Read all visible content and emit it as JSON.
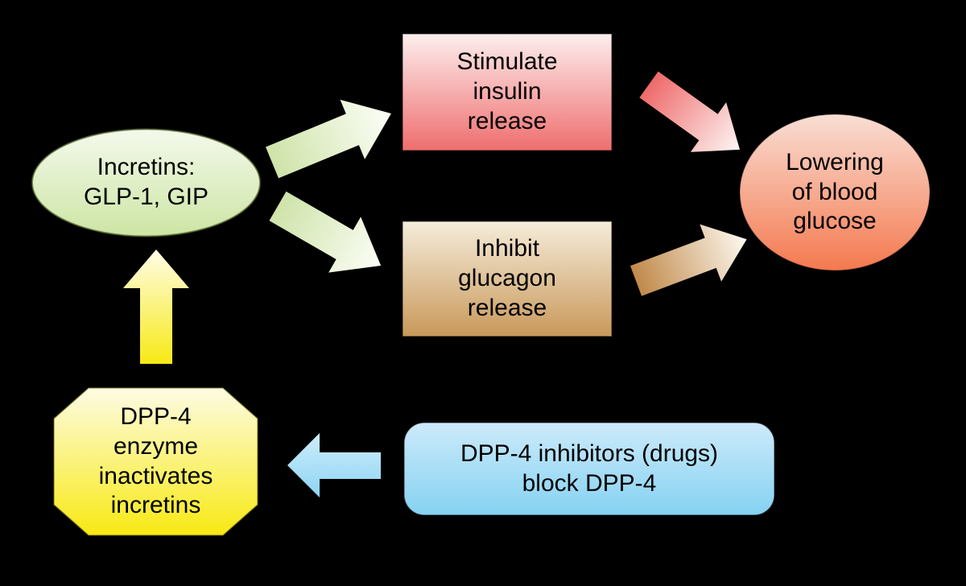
{
  "background_color": "#000000",
  "text_color": "#000000",
  "nodes": {
    "incretins": {
      "label": "Incretins:\nGLP-1, GIP",
      "shape": "ellipse",
      "color_top": "#f4f9ec",
      "color_bottom": "#cde5a4"
    },
    "stimulate_insulin": {
      "label": "Stimulate\ninsulin\nrelease",
      "shape": "rectangle",
      "color_top": "#fdeeee",
      "color_bottom": "#ef6e6e"
    },
    "inhibit_glucagon": {
      "label": "Inhibit\nglucagon\nrelease",
      "shape": "rectangle",
      "color_top": "#f5ecda",
      "color_bottom": "#c9995a"
    },
    "lowering_glucose": {
      "label": "Lowering\nof blood\nglucose",
      "shape": "ellipse",
      "color_top": "#f9ded4",
      "color_bottom": "#f4794f"
    },
    "dpp4_enzyme": {
      "label": "DPP-4\nenzyme\ninactivates\nincretins",
      "shape": "octagon",
      "color_top": "#fdfce4",
      "color_bottom": "#f8e912"
    },
    "dpp4_inhibitors": {
      "label": "DPP-4 inhibitors (drugs)\nblock DPP-4",
      "shape": "rounded-rectangle",
      "color_top": "#cdeafa",
      "color_bottom": "#85d2f2"
    }
  },
  "arrows": {
    "incretins_to_stimulate": {
      "color_tail": "#cfe3a9",
      "color_head": "#fcfef7"
    },
    "incretins_to_inhibit": {
      "color_tail": "#cfe3a9",
      "color_head": "#fcfef7"
    },
    "stimulate_to_lowering": {
      "color_tail": "#ee6a6a",
      "color_head": "#fdf6f4"
    },
    "inhibit_to_lowering": {
      "color_tail": "#c1894a",
      "color_head": "#fdf9f0"
    },
    "dpp4_to_incretins": {
      "color_tail": "#f7e914",
      "color_head": "#fffde8"
    },
    "inhibitors_to_dpp4": {
      "color_tail": "#8dd4f3",
      "color_head": "#cdedfb"
    }
  }
}
